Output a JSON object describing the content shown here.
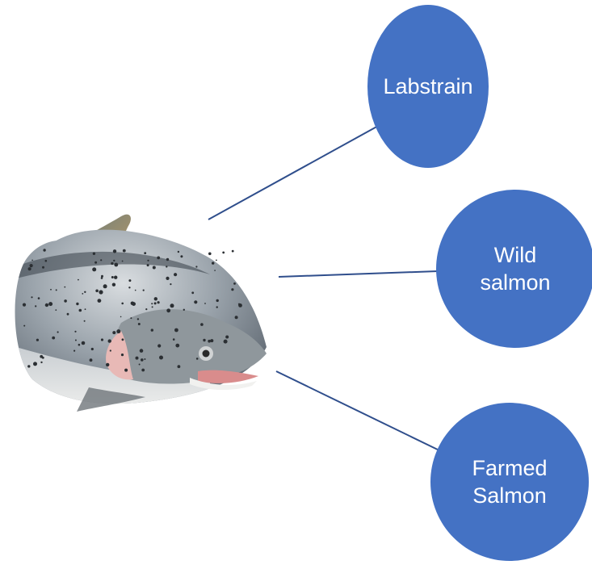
{
  "diagram": {
    "node_color": "#4472C4",
    "line_color": "#2F4E8C",
    "nodes": [
      {
        "id": "labstrain",
        "label": "Labstrain"
      },
      {
        "id": "wild",
        "label": "Wild\nsalmon"
      },
      {
        "id": "farmed",
        "label": "Farmed\nSalmon"
      }
    ],
    "image": {
      "subject": "salmon-head-illustration"
    }
  }
}
